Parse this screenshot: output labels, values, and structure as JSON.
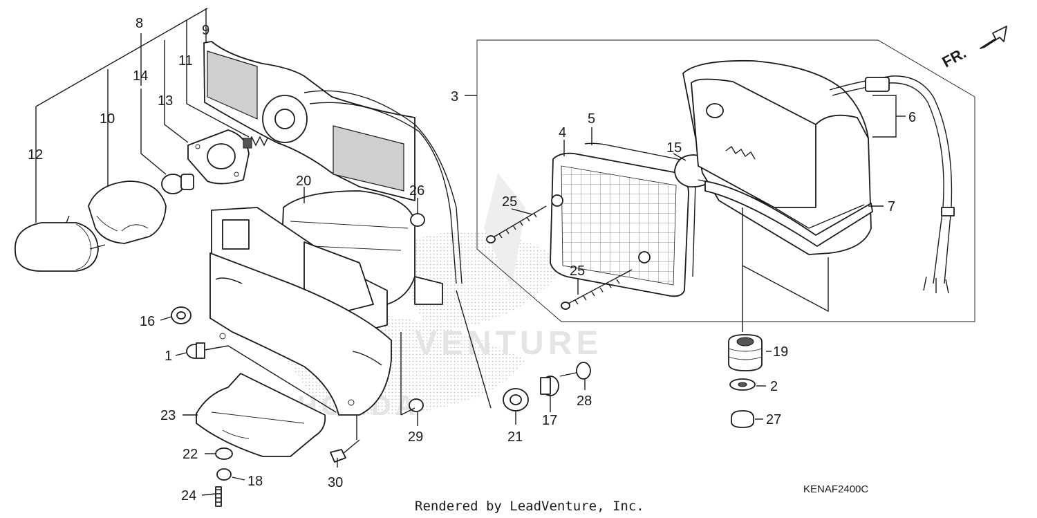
{
  "diagram": {
    "code": "KENAF2400C",
    "footer": "Rendered by LeadVenture, Inc.",
    "direction_label": "FR.",
    "watermark_text": "VENTURE",
    "watermark_brand": "HONDA",
    "callouts": {
      "c1": "1",
      "c2": "2",
      "c3": "3",
      "c4": "4",
      "c5": "5",
      "c6": "6",
      "c7": "7",
      "c8": "8",
      "c9": "9",
      "c10": "10",
      "c11": "11",
      "c12": "12",
      "c13": "13",
      "c14": "14",
      "c15": "15",
      "c16": "16",
      "c17": "17",
      "c18": "18",
      "c19": "19",
      "c20": "20",
      "c21": "21",
      "c22": "22",
      "c23": "23",
      "c24": "24",
      "c25a": "25",
      "c25b": "25",
      "c26": "26",
      "c27": "27",
      "c28": "28",
      "c29": "29",
      "c30": "30"
    }
  }
}
